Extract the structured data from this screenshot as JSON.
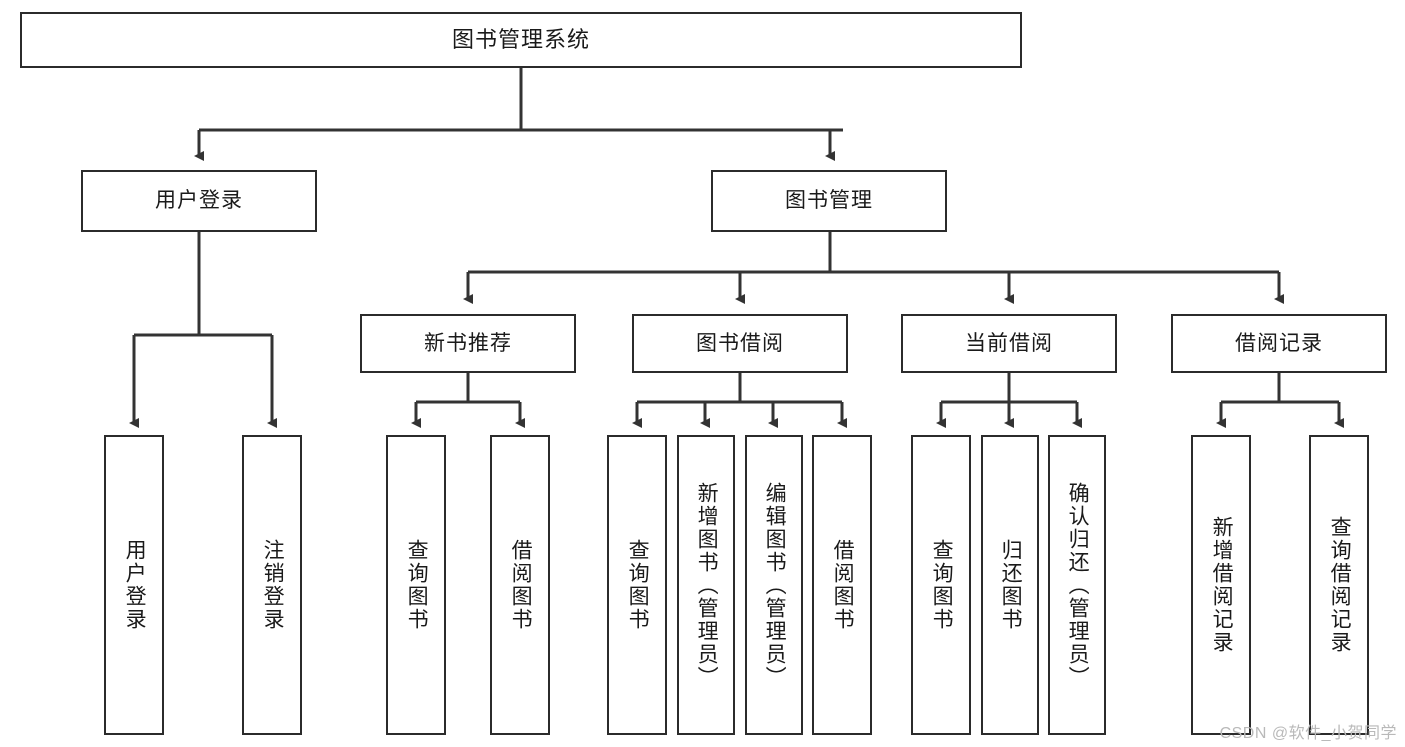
{
  "diagram": {
    "type": "tree",
    "title": "图书管理系统",
    "watermark": "CSDN @软件_小贺同学",
    "colors": {
      "box_border": "#2b2b2b",
      "box_fill": "#ffffff",
      "line": "#333333",
      "text": "#1a1a1a",
      "watermark": "#b9b9b9"
    },
    "root": {
      "label": "图书管理系统"
    },
    "level2": [
      {
        "id": "user-login",
        "label": "用户登录"
      },
      {
        "id": "book-manage",
        "label": "图书管理"
      }
    ],
    "level3": [
      {
        "id": "new-book-rec",
        "label": "新书推荐",
        "parent": "book-manage"
      },
      {
        "id": "book-borrow",
        "label": "图书借阅",
        "parent": "book-manage"
      },
      {
        "id": "current-borrow",
        "label": "当前借阅",
        "parent": "book-manage"
      },
      {
        "id": "borrow-record",
        "label": "借阅记录",
        "parent": "book-manage"
      }
    ],
    "leaves": [
      {
        "id": "leaf-user-login",
        "label": "用户登录",
        "parent": "user-login"
      },
      {
        "id": "leaf-logout-login",
        "label": "注销登录",
        "parent": "user-login"
      },
      {
        "id": "leaf-query-book-1",
        "label": "查询图书",
        "parent": "new-book-rec"
      },
      {
        "id": "leaf-borrow-book-1",
        "label": "借阅图书",
        "parent": "new-book-rec"
      },
      {
        "id": "leaf-query-book-2",
        "label": "查询图书",
        "parent": "book-borrow"
      },
      {
        "id": "leaf-add-book",
        "label": "新增图书（管理员）",
        "parent": "book-borrow"
      },
      {
        "id": "leaf-edit-book",
        "label": "编辑图书（管理员）",
        "parent": "book-borrow"
      },
      {
        "id": "leaf-borrow-book-2",
        "label": "借阅图书",
        "parent": "book-borrow"
      },
      {
        "id": "leaf-query-book-3",
        "label": "查询图书",
        "parent": "current-borrow"
      },
      {
        "id": "leaf-return-book",
        "label": "归还图书",
        "parent": "current-borrow"
      },
      {
        "id": "leaf-confirm-return",
        "label": "确认归还（管理员）",
        "parent": "current-borrow"
      },
      {
        "id": "leaf-add-record",
        "label": "新增借阅记录",
        "parent": "borrow-record"
      },
      {
        "id": "leaf-query-record",
        "label": "查询借阅记录",
        "parent": "borrow-record"
      }
    ]
  }
}
